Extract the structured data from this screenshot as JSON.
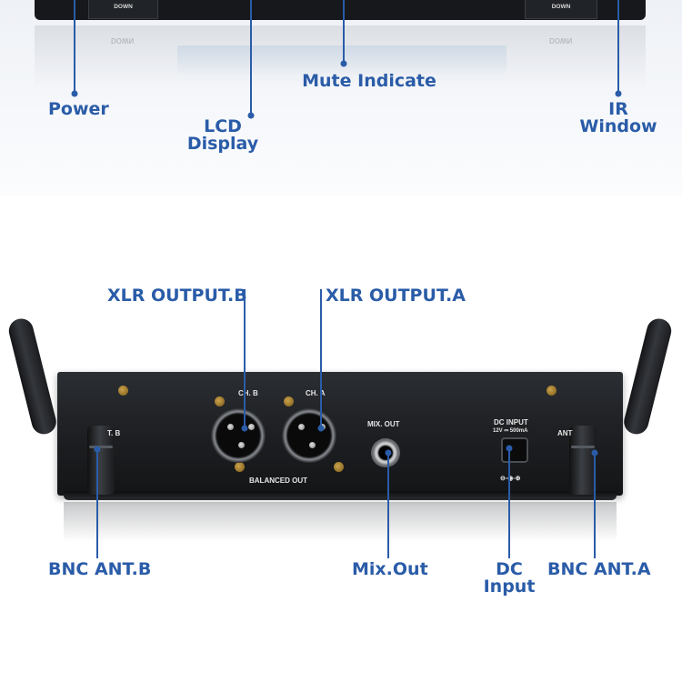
{
  "top_section": {
    "key_left": "DOWN",
    "key_right": "DOWN",
    "labels": {
      "power": "Power",
      "lcd_display_line1": "LCD",
      "lcd_display_line2": "Display",
      "mute_indicate": "Mute Indicate",
      "ir_window_line1": "IR",
      "ir_window_line2": "Window"
    }
  },
  "rear_panel": {
    "ch_b": "CH. B",
    "ch_a": "CH. A",
    "balanced_out": "BALANCED OUT",
    "mix_out": "MIX. OUT",
    "dc_input": "DC INPUT",
    "dc_spec": "12V ⎓ 500mA",
    "ant_b_partial": "T. B",
    "ant_a_partial": "ANT",
    "polarity": "⊖-◉-⊕"
  },
  "callouts": {
    "xlr_output_b": "XLR OUTPUT.B",
    "xlr_output_a": "XLR OUTPUT.A",
    "bnc_ant_b": "BNC ANT.B",
    "mix_out": "Mix.Out",
    "dc_input_line1": "DC",
    "dc_input_line2": "Input",
    "bnc_ant_a": "BNC ANT.A"
  },
  "colors": {
    "accent": "#2a5ca8",
    "device_body": "#1d1f22"
  }
}
